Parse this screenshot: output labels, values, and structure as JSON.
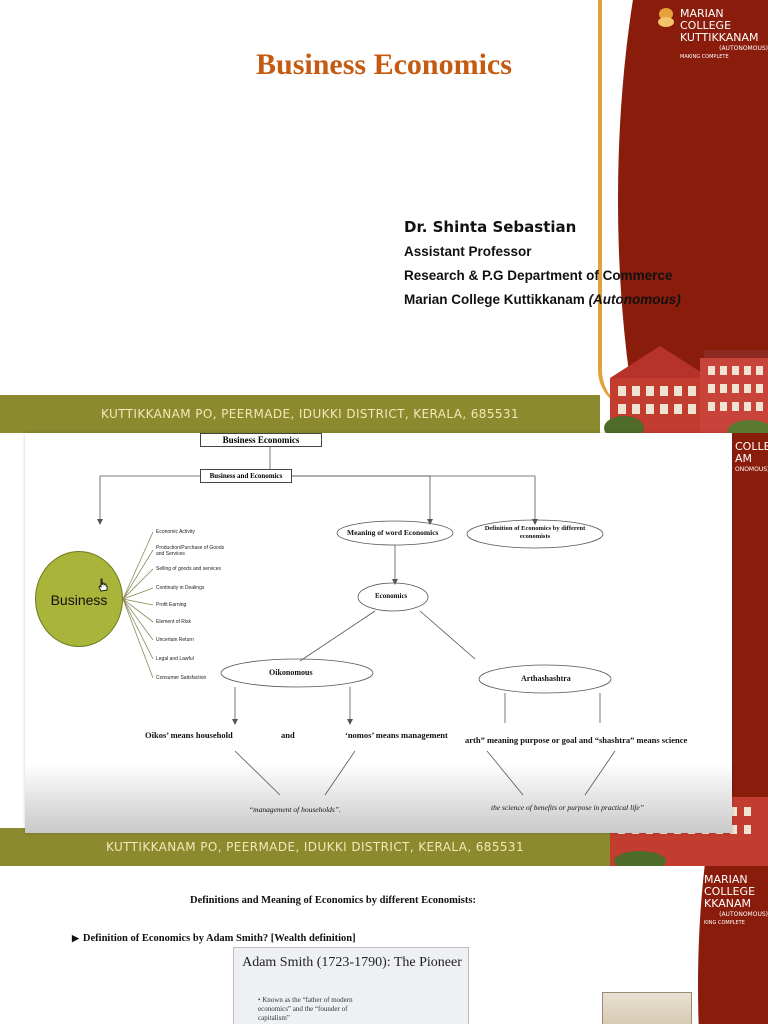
{
  "slide1": {
    "title": "Business Economics",
    "author_name": "Dr. Shinta Sebastian",
    "author_role": "Assistant Professor",
    "author_dept": "Research & P.G Department of Commerce",
    "author_college": "Marian College Kuttikkanam",
    "author_college_suffix": "(Autonomous)",
    "footer": "KUTTIKKANAM PO, PEERMADE, IDUKKI DISTRICT, KERALA, 685531",
    "logo": {
      "line1": "MARIAN COLLEGE",
      "line2": "KUTTIKKANAM",
      "line3": "(AUTONOMOUS)",
      "line4": "MAKING COMPLETE"
    }
  },
  "slide2": {
    "footer": "KUTTIKKANAM PO, PEERMADE, IDUKKI DISTRICT, KERALA, 685531",
    "logo": {
      "line1": "COLLEGE",
      "line2": "AM",
      "line3": "ONOMOUS)"
    }
  },
  "diagram": {
    "top_box": "Business Economics",
    "second_box": "Business and Economics",
    "business_circle": "Business",
    "business_items": [
      "Economic Activity",
      "Production/Purchase of Goods and Services",
      "Selling of goods and services",
      "Continuity in Dealings",
      "Profit Earning",
      "Element of Risk",
      "Uncertain Return",
      "Legal and Lawful",
      "Consumer Satisfaction"
    ],
    "meaning_oval": "Meaning of word Economics",
    "definition_oval": "Definition of Economics by different economists",
    "economics_oval": "Economics",
    "oikonomous_oval": "Oikonomous",
    "arthashastra_oval": "Arthashashtra",
    "oikos_text": "Oikos’ means household",
    "and_text": "and",
    "nomos_text": "‘nomos’ means management",
    "arth_text": "arth” meaning purpose or goal and “shashtra” means science",
    "management_text": "“management of households”.",
    "science_text": "the science of benefits or purpose in practical life”"
  },
  "slide3": {
    "title": "Definitions and Meaning of Economics by different Economists:",
    "bullet": "Definition of Economics by Adam Smith? [Wealth definition]",
    "card_title": "Adam Smith (1723-1790): The Pioneer",
    "card_body": "Known as the “father of modern economics” and the “founder of capitalism”",
    "logo": {
      "line1": "MARIAN COLLEGE",
      "line2": "KKANAM",
      "line3": "(AUTONOMOUS)",
      "line4": "KING COMPLETE"
    }
  },
  "colors": {
    "maroon": "#8a1c0c",
    "gold": "#e2a23b",
    "olive": "#8b8a2e",
    "title_orange": "#c55a11"
  }
}
